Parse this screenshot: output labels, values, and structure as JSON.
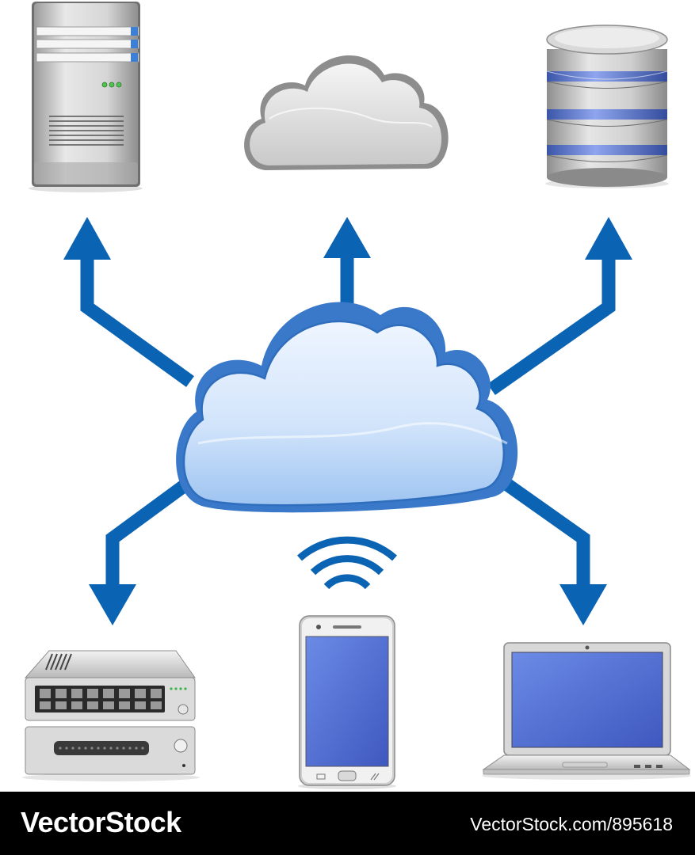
{
  "nodes": [
    {
      "id": "server",
      "icon": "tower-server-icon"
    },
    {
      "id": "cloud-top",
      "icon": "gray-cloud-icon"
    },
    {
      "id": "database",
      "icon": "database-icon"
    },
    {
      "id": "network-switch",
      "icon": "network-switch-icon"
    },
    {
      "id": "smartphone",
      "icon": "smartphone-icon"
    },
    {
      "id": "laptop",
      "icon": "laptop-icon"
    }
  ],
  "hub": {
    "icon": "central-cloud-icon"
  },
  "wireless": {
    "icon": "wifi-signal-icon"
  },
  "colors": {
    "arrow": "#0a63b3",
    "cloud_fill": "#d4e6fb",
    "cloud_edge": "#3a79c9",
    "screen": "#4f6fd2"
  },
  "footer": {
    "brand": "VectorStock",
    "stock_id": "VectorStock.com/895618"
  }
}
